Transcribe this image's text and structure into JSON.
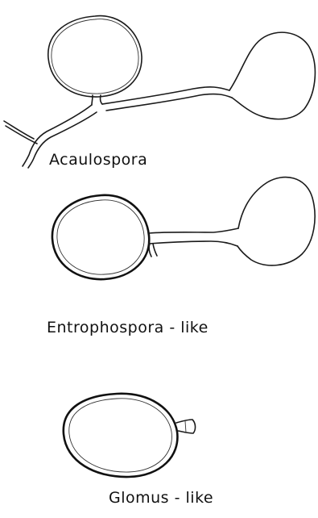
{
  "figure": {
    "panels": [
      {
        "id": "acaulospora",
        "label": "Acaulospora"
      },
      {
        "id": "entrophospora",
        "label": "Entrophospora - like"
      },
      {
        "id": "glomus",
        "label": "Glomus - like"
      }
    ]
  }
}
